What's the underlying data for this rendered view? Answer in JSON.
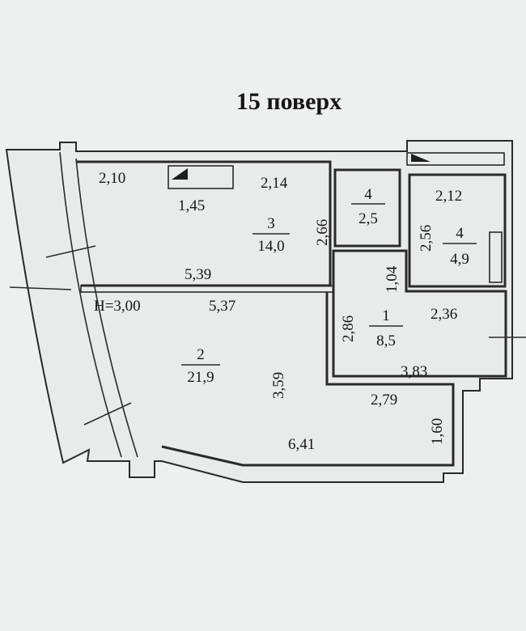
{
  "title": "15 поверх",
  "height_label": "H=3,00",
  "rooms": [
    {
      "id": "room-1",
      "number": "1",
      "area": "8,5"
    },
    {
      "id": "room-2",
      "number": "2",
      "area": "21,9"
    },
    {
      "id": "room-3",
      "number": "3",
      "area": "14,0"
    },
    {
      "id": "room-4a",
      "number": "4",
      "area": "2,5"
    },
    {
      "id": "room-4b",
      "number": "4",
      "area": "4,9"
    }
  ],
  "dimensions": {
    "d_2_10": "2,10",
    "d_1_45": "1,45",
    "d_2_14": "2,14",
    "d_2_66": "2,66",
    "d_5_39": "5,39",
    "d_5_37": "5,37",
    "d_3_59": "3,59",
    "d_6_41": "6,41",
    "d_2_79": "2,79",
    "d_1_60": "1,60",
    "d_3_83": "3,83",
    "d_2_86": "2,86",
    "d_1_04": "1,04",
    "d_2_36": "2,36",
    "d_2_12": "2,12",
    "d_2_56": "2,56"
  }
}
